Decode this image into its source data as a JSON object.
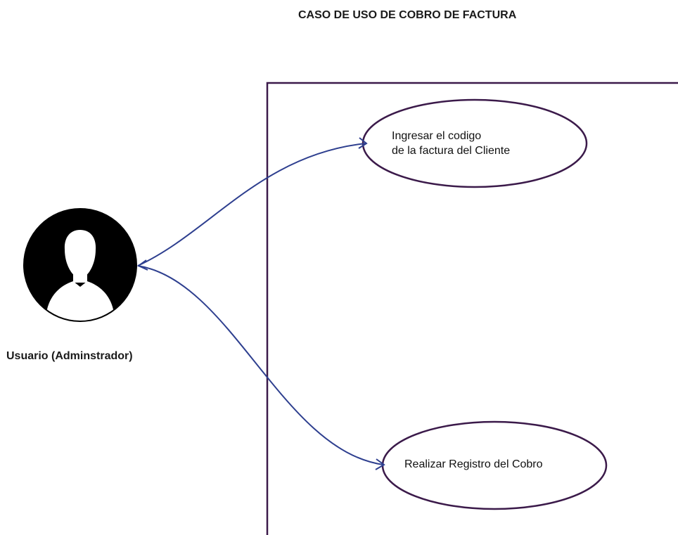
{
  "diagram": {
    "title": "CASO DE USO DE COBRO DE FACTURA",
    "actor": {
      "label": "Usuario (Adminstrador)",
      "icon": "user-avatar-icon"
    },
    "use_cases": [
      {
        "line1": "Ingresar el codigo",
        "line2": "de la factura del Cliente"
      },
      {
        "line1": "Realizar Registro del Cobro"
      }
    ],
    "colors": {
      "boundary": "#3b1a4a",
      "ellipse": "#3b1a4a",
      "arrow": "#2e3f8f",
      "avatar": "#000000"
    }
  }
}
